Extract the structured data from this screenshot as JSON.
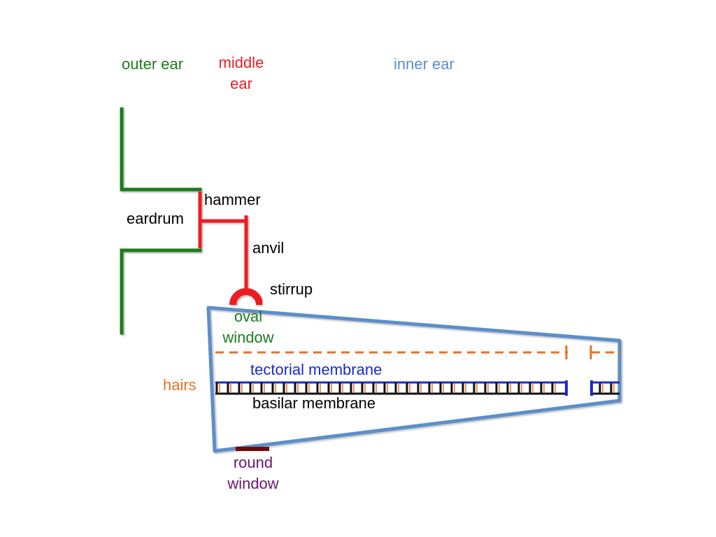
{
  "labels": {
    "outer_ear": "outer ear",
    "middle_ear_line1": "middle",
    "middle_ear_line2": "ear",
    "inner_ear": "inner ear",
    "hammer": "hammer",
    "eardrum": "eardrum",
    "anvil": "anvil",
    "stirrup": "stirrup",
    "oval_window_line1": "oval",
    "oval_window_line2": "window",
    "tectorial_membrane": "tectorial membrane",
    "hairs": "hairs",
    "basilar_membrane": "basilar membrane",
    "round_window_line1": "round",
    "round_window_line2": "window"
  },
  "colors": {
    "outer_ear": "#1e7b1e",
    "middle_ear": "#ee1c24",
    "inner_ear": "#5b8ec9",
    "hairs": "#ea7125",
    "tectorial": "#1a2ad0",
    "basilar": "#111111",
    "oval_window": "#22cc22",
    "round_window": "#6e0a0a",
    "round_window_text": "#6b1572",
    "text": "#000000"
  }
}
